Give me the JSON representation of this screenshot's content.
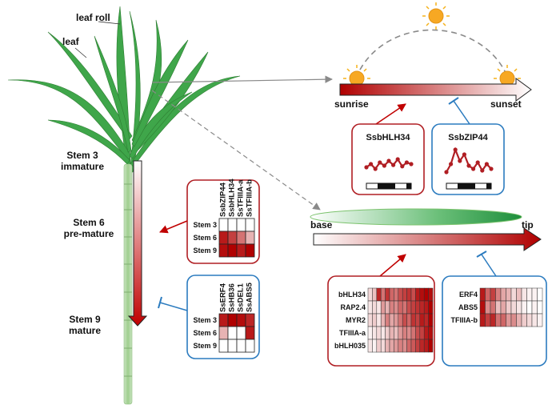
{
  "plant": {
    "labels": {
      "leaf_roll": "leaf roll",
      "leaf": "leaf",
      "stem3_a": "Stem 3",
      "stem3_b": "immature",
      "stem6_a": "Stem 6",
      "stem6_b": "pre-mature",
      "stem9_a": "Stem 9",
      "stem9_b": "mature"
    }
  },
  "day": {
    "sunrise": "sunrise",
    "sunset": "sunset"
  },
  "diurnal_panels": [
    {
      "title": "SsbHLH34",
      "values": [
        0.35,
        0.45,
        0.3,
        0.5,
        0.4,
        0.55,
        0.42,
        0.6,
        0.38,
        0.5,
        0.45
      ]
    },
    {
      "title": "SsbZIP44",
      "values": [
        0.2,
        0.45,
        0.9,
        0.55,
        0.75,
        0.4,
        0.3,
        0.5,
        0.25,
        0.45,
        0.3
      ]
    }
  ],
  "leaf_gradient": {
    "base": "base",
    "tip": "tip"
  },
  "stem_heatmaps": [
    {
      "cols": [
        "SsbZIP44",
        "SsbHLH34",
        "SsTFIIIA-a",
        "SsTFIIIA-b"
      ],
      "rows": [
        "Stem 3",
        "Stem 6",
        "Stem 9"
      ],
      "values": [
        [
          0.0,
          0.0,
          0.0,
          0.0
        ],
        [
          0.9,
          0.75,
          0.55,
          0.3
        ],
        [
          0.95,
          1.0,
          0.9,
          1.0
        ]
      ]
    },
    {
      "cols": [
        "SsERF4",
        "SsHB36",
        "SsDEL1",
        "SsABS5"
      ],
      "rows": [
        "Stem 3",
        "Stem 6",
        "Stem 9"
      ],
      "values": [
        [
          0.9,
          1.0,
          0.95,
          0.85
        ],
        [
          0.3,
          0.0,
          0.0,
          0.9
        ],
        [
          0.0,
          0.0,
          0.0,
          0.0
        ]
      ]
    }
  ],
  "leaf_heatmaps": [
    {
      "rows": [
        "bHLH34",
        "RAP2.4",
        "MYR2",
        "TFIIIA-a",
        "bHLH035"
      ],
      "values": [
        [
          0.15,
          0.25,
          0.85,
          0.55,
          0.8,
          0.6,
          0.55,
          0.7,
          0.75,
          0.8,
          0.7,
          0.9,
          0.95,
          1.0,
          0.95
        ],
        [
          0.1,
          0.15,
          0.1,
          0.4,
          0.3,
          0.5,
          0.45,
          0.6,
          0.55,
          0.7,
          0.75,
          0.8,
          0.85,
          0.9,
          1.0
        ],
        [
          0.15,
          0.2,
          0.1,
          0.3,
          0.5,
          0.35,
          0.4,
          0.55,
          0.7,
          0.6,
          0.8,
          0.75,
          0.9,
          0.85,
          1.0
        ],
        [
          0.05,
          0.1,
          0.15,
          0.1,
          0.2,
          0.3,
          0.25,
          0.4,
          0.5,
          0.45,
          0.55,
          0.7,
          0.75,
          0.9,
          0.95
        ],
        [
          0.1,
          0.05,
          0.2,
          0.15,
          0.3,
          0.35,
          0.4,
          0.5,
          0.45,
          0.6,
          0.65,
          0.75,
          0.85,
          0.9,
          1.0
        ]
      ]
    },
    {
      "rows": [
        "ERF4",
        "ABS5",
        "TFIIIA-b"
      ],
      "values": [
        [
          0.9,
          0.6,
          0.75,
          0.5,
          0.35,
          0.3,
          0.15,
          0.25,
          0.1,
          0.05,
          0.05,
          0.0
        ],
        [
          0.95,
          0.45,
          0.55,
          0.25,
          0.35,
          0.2,
          0.15,
          0.1,
          0.05,
          0.0,
          0.05,
          0.0
        ],
        [
          0.9,
          0.75,
          0.85,
          0.55,
          0.6,
          0.4,
          0.45,
          0.3,
          0.2,
          0.15,
          0.1,
          0.05
        ]
      ]
    }
  ]
}
